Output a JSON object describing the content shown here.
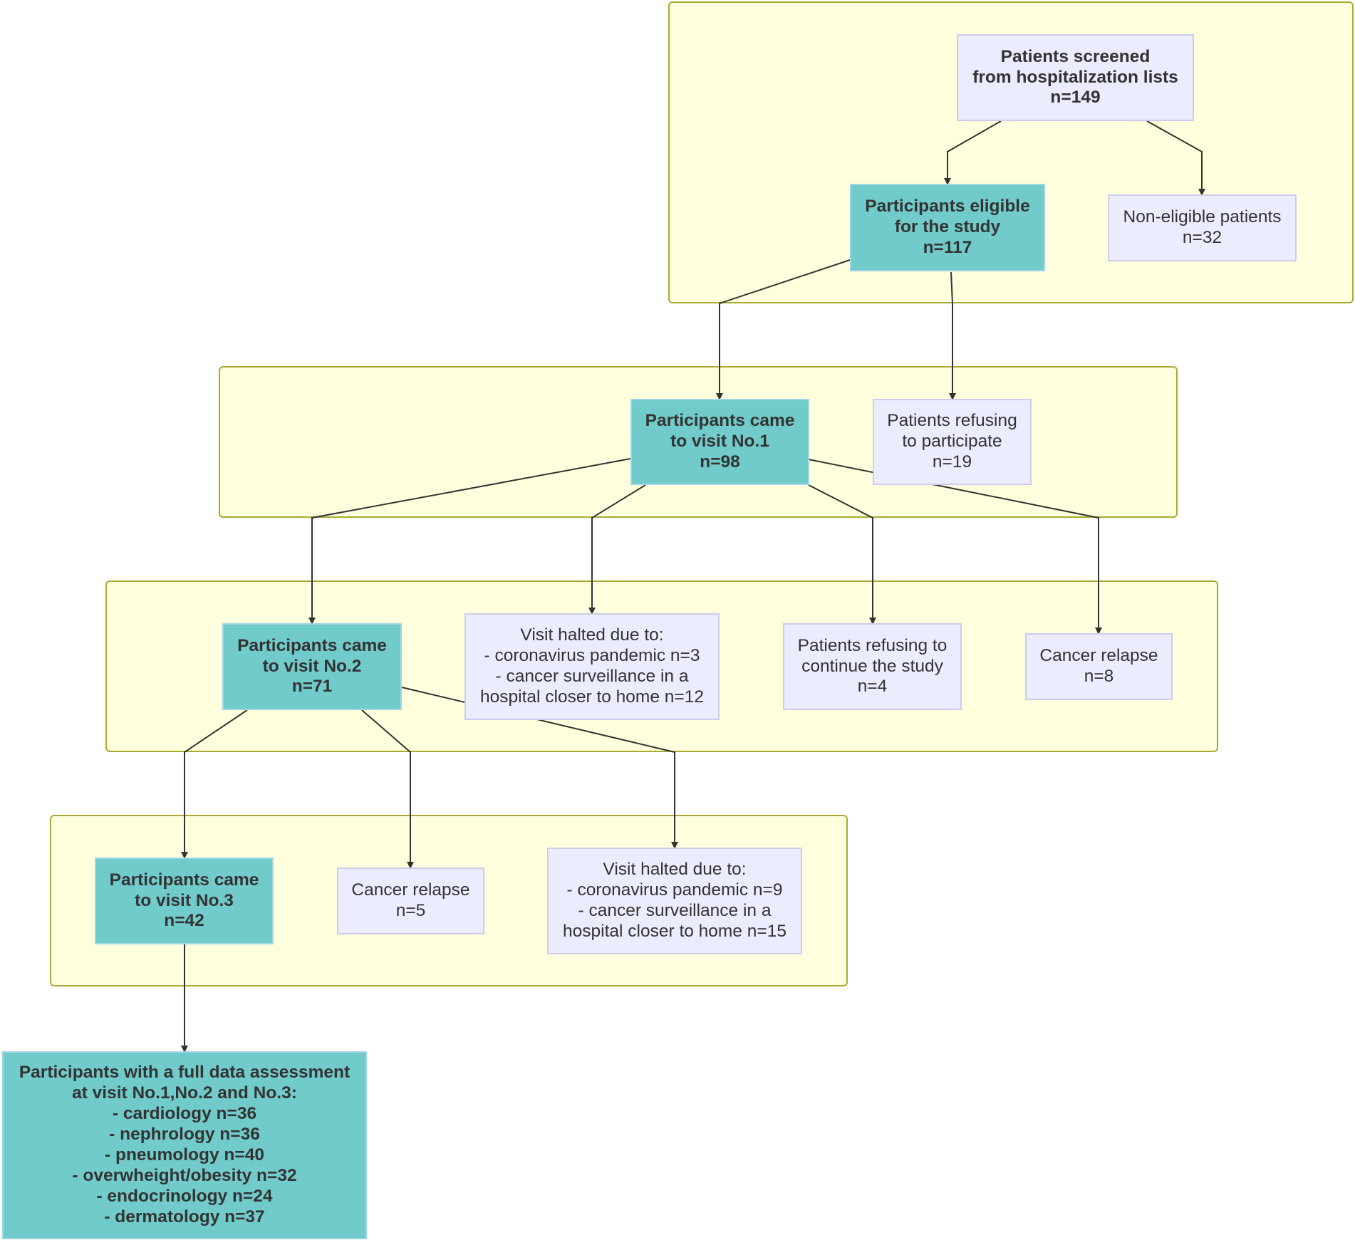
{
  "nodes": {
    "screened": "Patients screened\nfrom hospitalization lists\nn=149",
    "eligible": "Participants eligible\nfor the study\nn=117",
    "non_eligible": "Non-eligible patients\nn=32",
    "visit1": "Participants came\nto visit No.1\nn=98",
    "refusing_participate": "Patients refusing\nto participate\nn=19",
    "visit2": "Participants came\nto visit No.2\nn=71",
    "halted_visit2": "Visit halted due to:\n- coronavirus pandemic n=3\n- cancer surveillance in a\nhospital closer to home n=12",
    "refusing_continue": "Patients refusing to\ncontinue the study\nn=4",
    "relapse_visit2": "Cancer relapse\nn=8",
    "visit3": "Participants came\nto visit No.3\nn=42",
    "relapse_visit3": "Cancer relapse\nn=5",
    "halted_visit3": "Visit halted due to:\n- coronavirus pandemic n=9\n- cancer surveillance in a\nhospital closer to home n=15",
    "full_assessment": "Participants with a full data assessment\nat visit No.1,No.2 and No.3:\n- cardiology n=36\n- nephrology n=36\n- pneumology n=40\n- overwheight/obesity n=32\n- endocrinology n=24\n- dermatology n=37"
  },
  "colors": {
    "cluster_fill": "#ffffde",
    "cluster_border": "#aaaa33",
    "node_fill": "#ececff",
    "node_border": "#ccccee",
    "highlight_fill": "#71cbca",
    "edge": "#333333"
  }
}
